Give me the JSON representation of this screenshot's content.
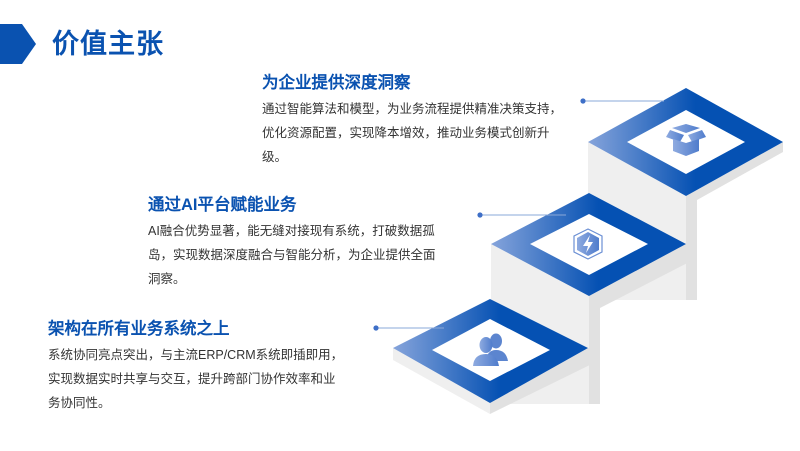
{
  "header": {
    "title": "价值主张",
    "accent_color": "#0a52b0"
  },
  "colors": {
    "brand_blue": "#0551b3",
    "light_blue": "#7e9fd9",
    "side_light": "#efefef",
    "side_dark": "#e0e0e0",
    "text": "#333333"
  },
  "steps": [
    {
      "title": "为企业提供深度洞察",
      "lines": [
        "通过智能算法和模型，为业务流程提供精准决策支持，",
        "优化资源配置，实现降本增效，推动业务模式创新升",
        "级。"
      ],
      "icon": "open-box-icon"
    },
    {
      "title": "通过AI平台赋能业务",
      "lines": [
        "AI融合优势显著，能无缝对接现有系统，打破数据孤",
        "岛，实现数据深度融合与智能分析，为企业提供全面",
        "洞察。"
      ],
      "icon": "lightning-hexagon-icon"
    },
    {
      "title": "架构在所有业务系统之上",
      "lines": [
        "系统协同亮点突出，与主流ERP/CRM系统即插即用，",
        "实现数据实时共享与交互，提升跨部门协作效率和业",
        "务协同性。"
      ],
      "icon": "users-icon"
    }
  ]
}
